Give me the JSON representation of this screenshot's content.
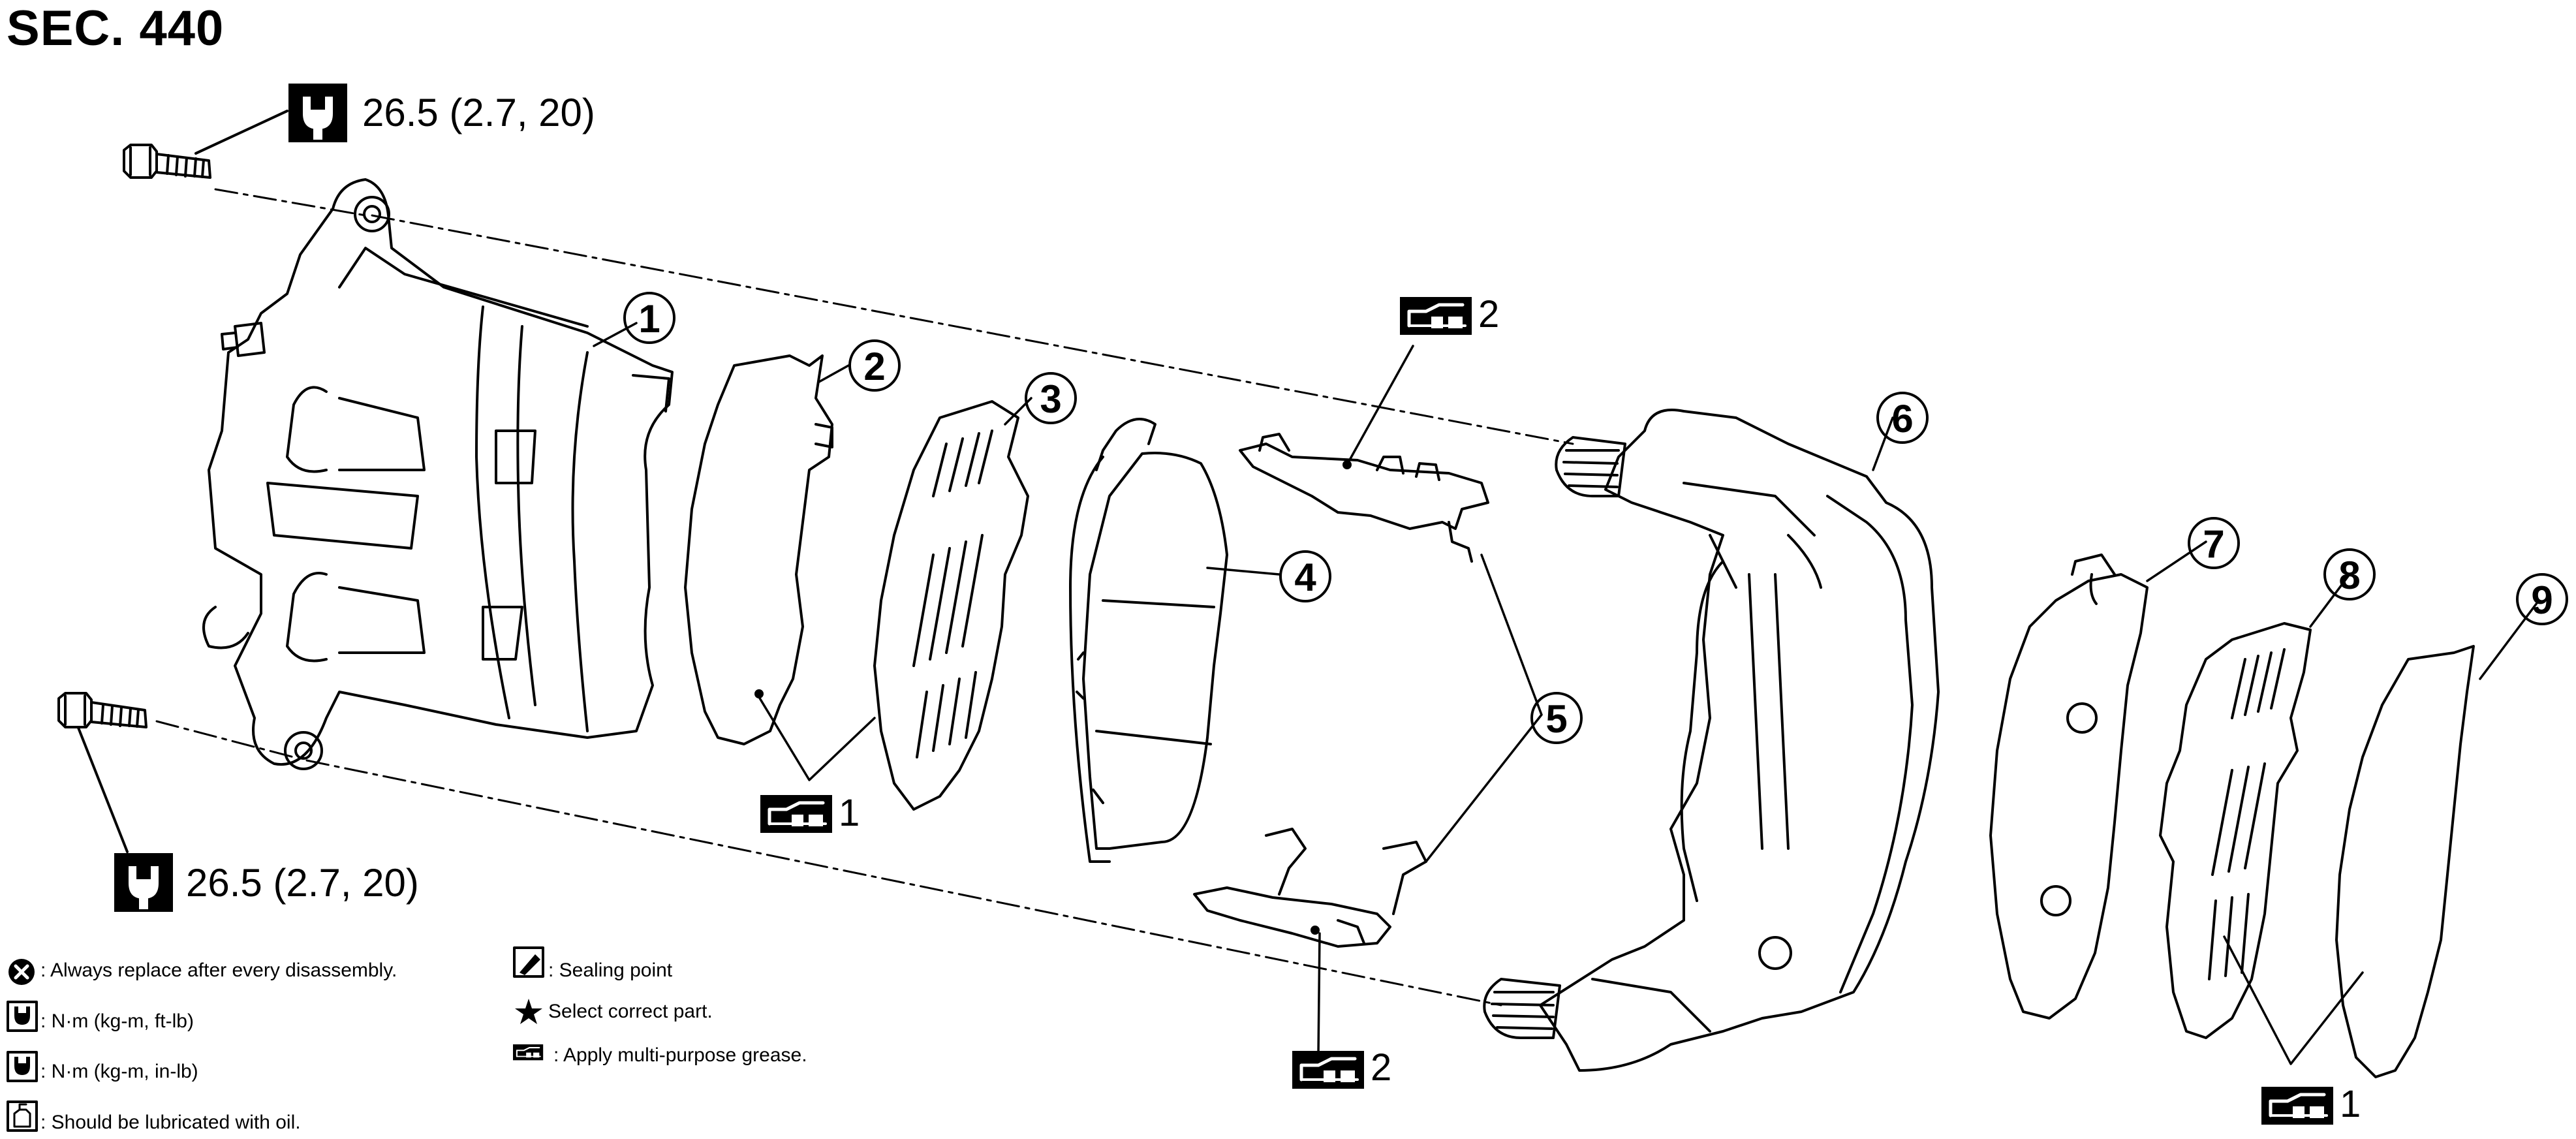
{
  "title": "SEC. 440",
  "torque_upper": "26.5 (2.7, 20)",
  "torque_lower": "26.5 (2.7, 20)",
  "callouts": [
    "1",
    "2",
    "3",
    "4",
    "5",
    "6",
    "7",
    "8",
    "9"
  ],
  "grease_refs": {
    "ref_a": "2",
    "ref_b": "1",
    "ref_c": "2",
    "ref_d": "1"
  },
  "legend": {
    "replace": ": Always replace after every disassembly.",
    "nm_ftlb": ": N·m (kg-m, ft-lb)",
    "nm_inlb": ": N·m (kg-m, in-lb)",
    "oil": ": Should be lubricated with oil.",
    "sealing": ": Sealing point",
    "select": "Select correct part.",
    "grease": ": Apply multi-purpose grease."
  },
  "icons": {
    "torque": "torque-wrench-icon",
    "grease": "multi-purpose-grease-icon",
    "replace": "replace-x-icon",
    "oil": "oil-can-icon",
    "sealing": "sealing-point-icon",
    "select": "star-icon"
  }
}
